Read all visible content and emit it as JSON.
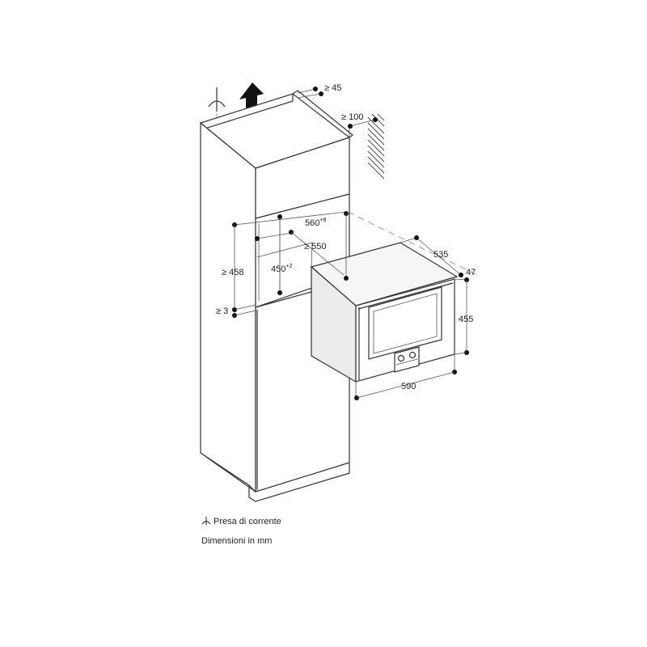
{
  "diagram": {
    "type": "built-in appliance installation drawing",
    "dimensions": {
      "top_clearance": "≥ 45",
      "wall_clearance": "≥ 100",
      "niche_width": "560",
      "niche_width_tol": "+8",
      "niche_depth": "≥ 550",
      "niche_height_min": "≥ 458",
      "niche_height": "450",
      "niche_height_tol": "+2",
      "gap_bottom": "≥ 3",
      "appliance_depth": "535",
      "front_depth": "47",
      "appliance_height": "455",
      "appliance_width": "590"
    },
    "icons": {
      "airflow": "up-arrow-icon",
      "socket": "power-socket-icon"
    }
  },
  "legend": {
    "socket_label": "Presa di corrente",
    "units_label": "Dimensioni in mm"
  }
}
